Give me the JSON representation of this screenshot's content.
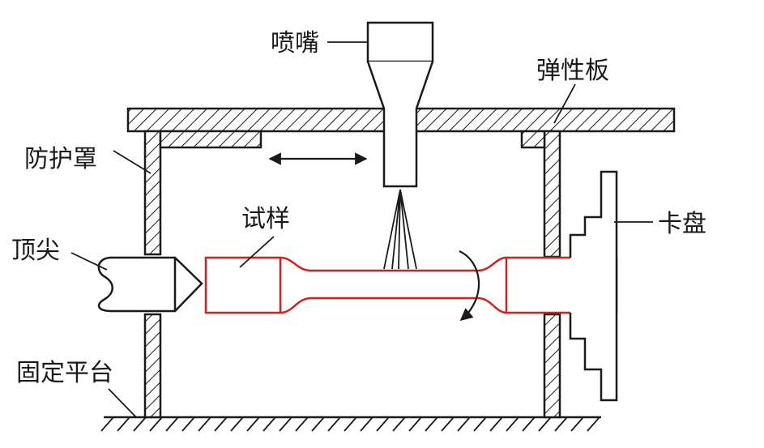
{
  "diagram": {
    "labels": {
      "nozzle": "喷嘴",
      "elastic_plate": "弹性板",
      "guard": "防护罩",
      "specimen": "试样",
      "chuck": "卡盘",
      "tailstock_center": "顶尖",
      "fixed_platform": "固定平台"
    },
    "colors": {
      "line": "#1a1a1a",
      "specimen": "#d42020",
      "background": "#ffffff"
    }
  }
}
